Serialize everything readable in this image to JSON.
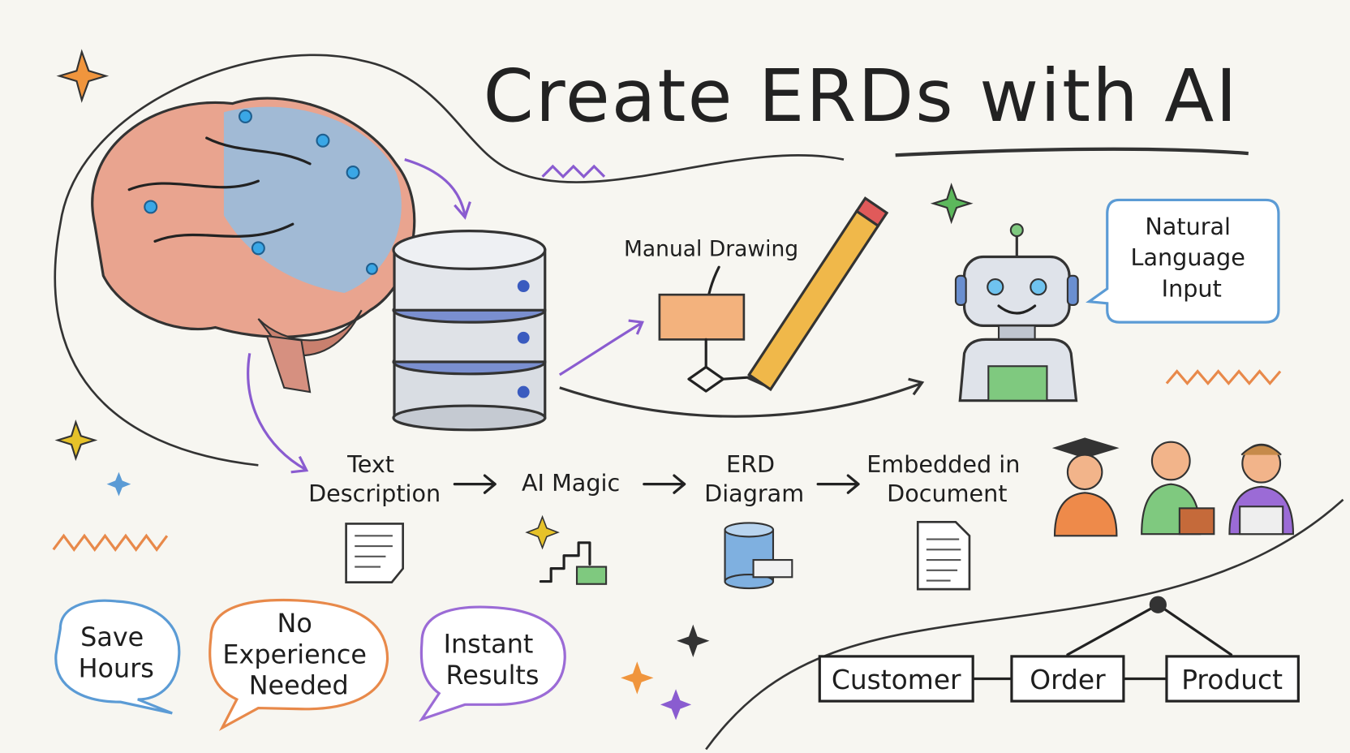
{
  "title": "Create ERDs with AI",
  "manual_drawing_label": "Manual Drawing",
  "robot_bubble": [
    "Natural",
    "Language",
    "Input"
  ],
  "flow_steps": [
    {
      "lines": [
        "Text",
        "Description"
      ],
      "icon": "document-icon"
    },
    {
      "lines": [
        "AI Magic"
      ],
      "icon": "sparkle-steps-icon"
    },
    {
      "lines": [
        "ERD",
        "Diagram"
      ],
      "icon": "database-icon"
    },
    {
      "lines": [
        "Embedded in",
        "Document"
      ],
      "icon": "page-icon"
    }
  ],
  "benefits": [
    {
      "lines": [
        "Save",
        "Hours"
      ],
      "color": "#5b9bd5"
    },
    {
      "lines": [
        "No",
        "Experience",
        "Needed"
      ],
      "color": "#e8894a"
    },
    {
      "lines": [
        "Instant",
        "Results"
      ],
      "color": "#9b6bd6"
    }
  ],
  "erd_entities": [
    "Customer",
    "Order",
    "Product"
  ],
  "colors": {
    "purple": "#8a5cd0",
    "orange": "#e8894a",
    "green": "#5cb85c",
    "blue": "#5b9bd5",
    "yellow": "#e6c229"
  }
}
